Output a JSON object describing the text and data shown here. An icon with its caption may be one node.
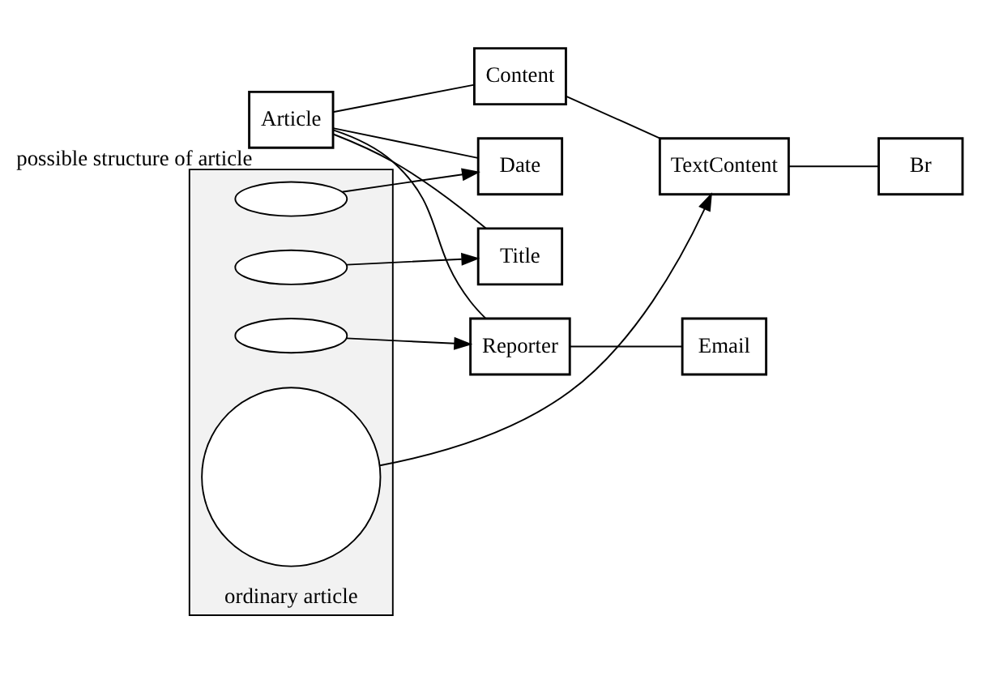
{
  "diagram": {
    "nodes": [
      {
        "text": [
          "Article"
        ],
        "beside": [
          "possible structure of article"
        ]
      },
      {
        "text": [],
        "shape": "picture",
        "beside": [
          "ordinary article"
        ]
      },
      {
        "text": [],
        "shape": "ellipse",
        "in": 1
      },
      {
        "text": [],
        "shape": "ellipse",
        "in": 1
      },
      {
        "text": [
          "Title"
        ]
      },
      {
        "text": [
          "Date"
        ]
      },
      {
        "text": [
          "Content"
        ]
      },
      {
        "text": [],
        "shape": "circle",
        "in": 1
      },
      {
        "text": [
          "TextContent"
        ]
      },
      {
        "text": [
          "Br"
        ]
      },
      {
        "text": [
          "Reporter"
        ]
      },
      {
        "text": [],
        "shape": "ellipse",
        "in": 1
      },
      {
        "text": [
          "Email"
        ]
      }
    ],
    "edges": [
      {
        "from": 0,
        "to": 4,
        "arrow": "none"
      },
      {
        "from": 0,
        "to": 5,
        "arrow": "none"
      },
      {
        "from": 0,
        "to": 6,
        "arrow": "none"
      },
      {
        "from": 0,
        "to": 10,
        "arrow": "none"
      },
      {
        "from": 6,
        "to": 8,
        "arrow": "none"
      },
      {
        "from": 8,
        "to": 9,
        "arrow": "none"
      },
      {
        "from": 10,
        "to": 12,
        "arrow": "none"
      },
      {
        "from": 3,
        "to": 4,
        "arrow": "to"
      },
      {
        "from": 2,
        "to": 5,
        "arrow": "to"
      },
      {
        "from": 7,
        "to": 8,
        "arrow": "to"
      },
      {
        "from": 11,
        "to": 10,
        "arrow": "to"
      }
    ]
  }
}
